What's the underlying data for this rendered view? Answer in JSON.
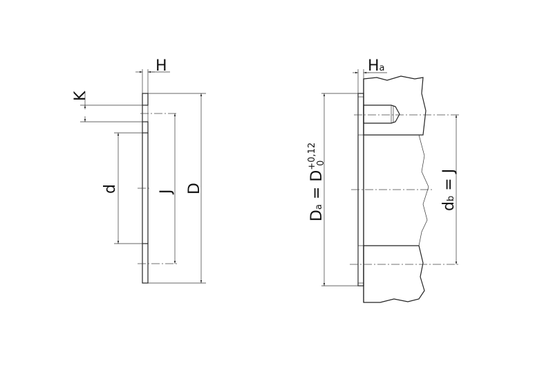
{
  "left_view": {
    "labels": {
      "H": "H",
      "K": "K",
      "d": "d",
      "J": "J",
      "D": "D"
    }
  },
  "right_view": {
    "labels": {
      "Ha_main": "H",
      "Ha_sub": "a",
      "Da_main": "D",
      "Da_sub": "a",
      "Da_eq": " = D",
      "Da_tol_upper": "+0,12",
      "Da_tol_lower": "0",
      "db_main": "d",
      "db_sub": "b",
      "db_eq": " = J"
    }
  },
  "colors": {
    "line": "#222222",
    "background": "#ffffff"
  }
}
